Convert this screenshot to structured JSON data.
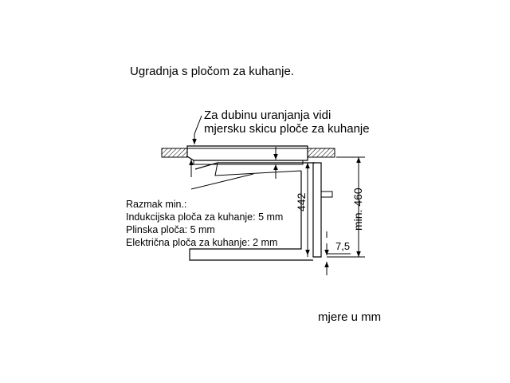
{
  "title": "Ugradnja s pločom za kuhanje.",
  "note": {
    "line1": "Za dubinu uranjanja vidi",
    "line2": "mjersku skicu ploče za kuhanje"
  },
  "gap_info": [
    "Razmak min.:",
    "Indukcijska ploča za kuhanje: 5 mm",
    "Plinska ploča: 5 mm",
    "Električna ploča za kuhanje: 2 mm"
  ],
  "dimensions": {
    "height_appliance": "442",
    "min_height_niche": "min. 460",
    "offset": "7,5"
  },
  "units_note": "mjere u mm",
  "colors": {
    "line": "#000000",
    "background": "#ffffff"
  }
}
